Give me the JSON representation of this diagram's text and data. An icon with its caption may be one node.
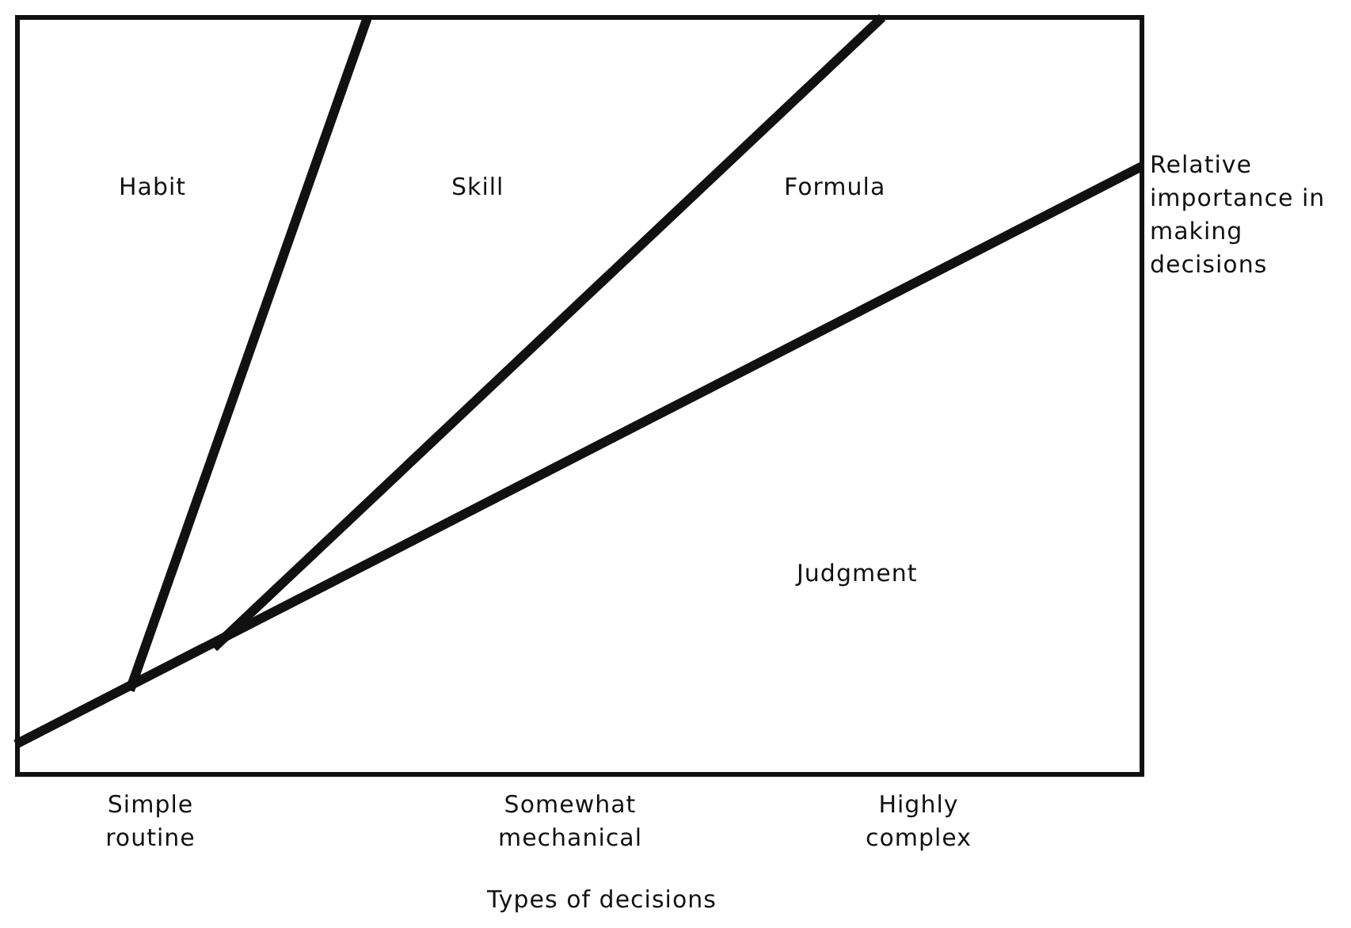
{
  "diagram": {
    "labels": [
      "Habit",
      "Skill",
      "Formula",
      "Relative importance in making decisions",
      "Judgment",
      "Simple routine",
      "Somewhat mechanical",
      "Highly complex",
      "Types of decisions"
    ]
  }
}
